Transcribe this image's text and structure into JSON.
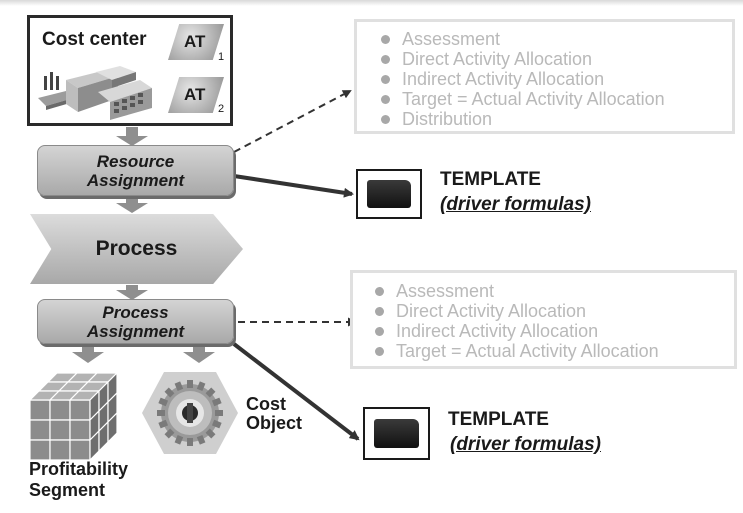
{
  "cost_center": {
    "title": "Cost center",
    "activity_types": [
      {
        "label": "AT",
        "index": "1"
      },
      {
        "label": "AT",
        "index": "2"
      }
    ]
  },
  "resource_assignment": {
    "line1": "Resource",
    "line2": "Assignment"
  },
  "process": {
    "label": "Process"
  },
  "process_assignment": {
    "line1": "Process",
    "line2": "Assignment"
  },
  "allocation_methods_top": [
    "Assessment",
    "Direct Activity Allocation",
    "Indirect Activity Allocation",
    "Target = Actual Activity Allocation",
    "Distribution"
  ],
  "allocation_methods_bottom": [
    "Assessment",
    "Direct Activity Allocation",
    "Indirect Activity Allocation",
    "Target = Actual Activity Allocation"
  ],
  "template_top": {
    "title": "TEMPLATE",
    "subtitle": "(driver formulas)"
  },
  "template_bottom": {
    "title": "TEMPLATE",
    "subtitle": "(driver formulas)"
  },
  "profitability_segment": {
    "line1": "Profitability",
    "line2": "Segment"
  },
  "cost_object": {
    "line1": "Cost",
    "line2": "Object"
  },
  "colors": {
    "box_fill_light": "#d4d4d4",
    "box_fill_dark": "#a9a9a9",
    "list_text": "#b9b9b9",
    "arrow": "#333333",
    "down_arrow": "#8f8f8f"
  }
}
